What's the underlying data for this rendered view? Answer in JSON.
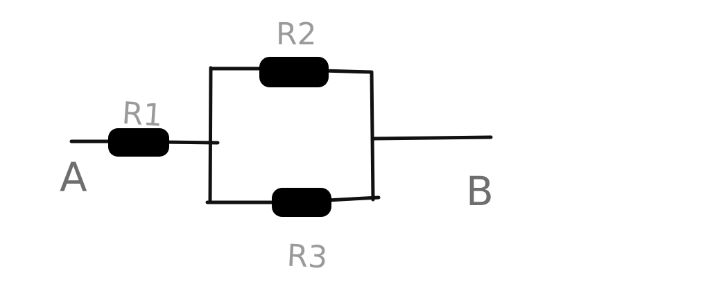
{
  "diagram": {
    "colors": {
      "wire": "#111111",
      "resistor": "#000000",
      "label": "#9a9a9a",
      "terminal_label": "#6e6e6e"
    },
    "terminals": {
      "a": "A",
      "b": "B"
    },
    "resistors": {
      "r1": "R1",
      "r2": "R2",
      "r3": "R3"
    }
  }
}
